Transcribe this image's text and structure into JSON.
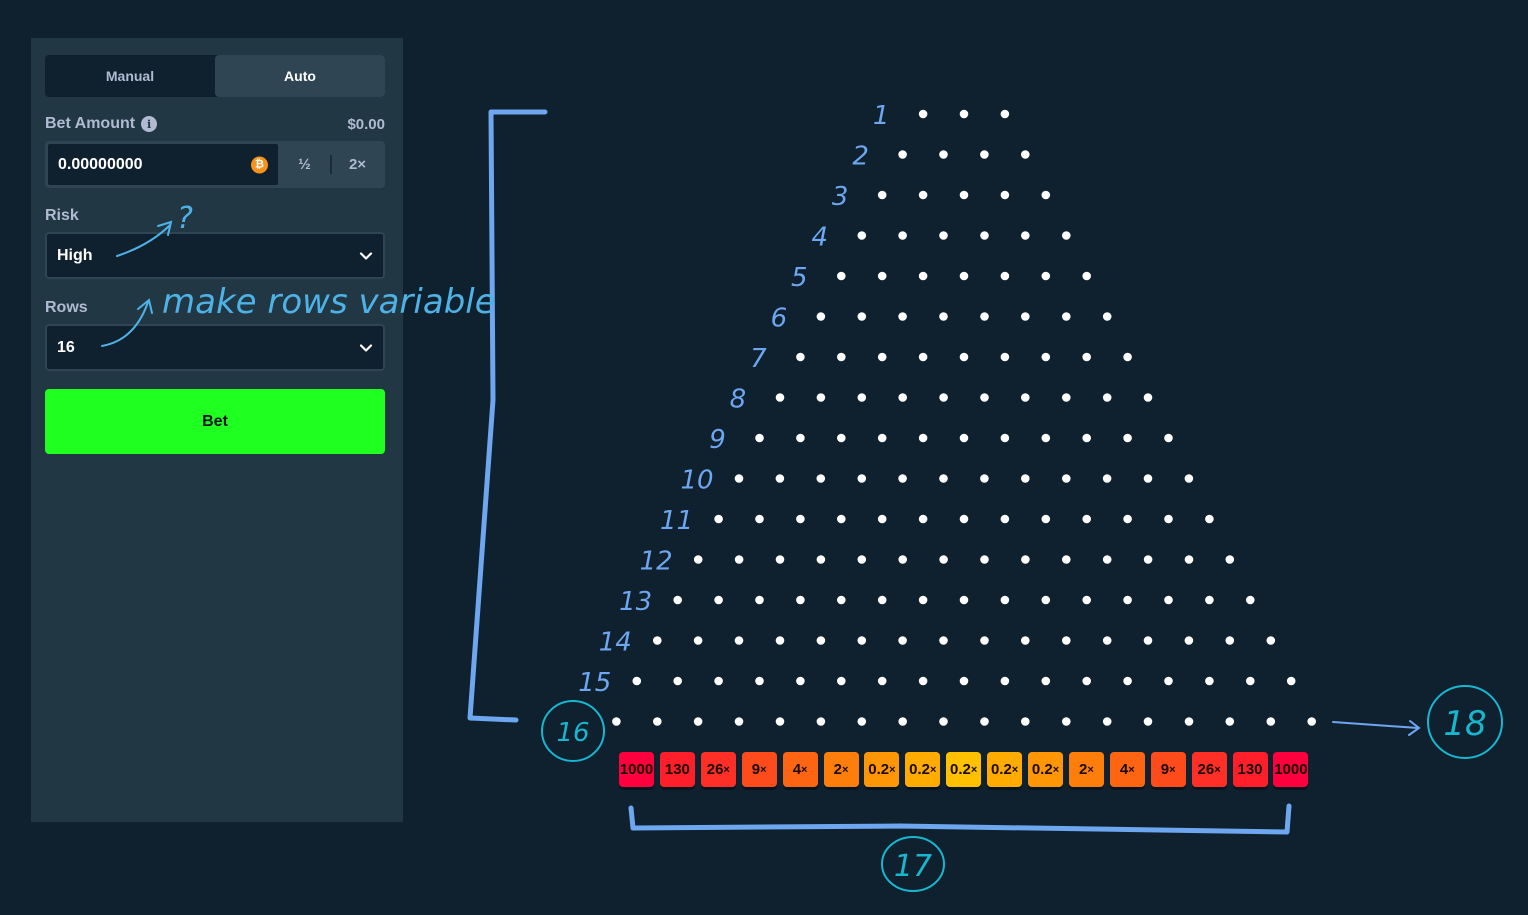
{
  "sidebar": {
    "tabs": [
      {
        "label": "Manual",
        "active": false
      },
      {
        "label": "Auto",
        "active": true
      }
    ],
    "bet_amount": {
      "label": "Bet Amount",
      "usd": "$0.00",
      "value": "0.00000000",
      "half_label": "½",
      "double_label": "2×",
      "currency_icon": "bitcoin-icon"
    },
    "risk": {
      "label": "Risk",
      "value": "High"
    },
    "rows": {
      "label": "Rows",
      "value": "16"
    },
    "bet_button": "Bet"
  },
  "board": {
    "peg_rows": 16,
    "first_row_pegs": 3,
    "multipliers": [
      {
        "text": "1000",
        "suffix": "",
        "color": "#ff003f"
      },
      {
        "text": "130",
        "suffix": "",
        "color": "#ff1f2b"
      },
      {
        "text": "26",
        "suffix": "×",
        "color": "#fe2f26"
      },
      {
        "text": "9",
        "suffix": "×",
        "color": "#fe4b1c"
      },
      {
        "text": "4",
        "suffix": "×",
        "color": "#fe6513"
      },
      {
        "text": "2",
        "suffix": "×",
        "color": "#fe7e0b"
      },
      {
        "text": "0.2",
        "suffix": "×",
        "color": "#ff9605"
      },
      {
        "text": "0.2",
        "suffix": "×",
        "color": "#ffab00"
      },
      {
        "text": "0.2",
        "suffix": "×",
        "color": "#ffc000"
      },
      {
        "text": "0.2",
        "suffix": "×",
        "color": "#ffab00"
      },
      {
        "text": "0.2",
        "suffix": "×",
        "color": "#ff9605"
      },
      {
        "text": "2",
        "suffix": "×",
        "color": "#fe7e0b"
      },
      {
        "text": "4",
        "suffix": "×",
        "color": "#fe6513"
      },
      {
        "text": "9",
        "suffix": "×",
        "color": "#fe4b1c"
      },
      {
        "text": "26",
        "suffix": "×",
        "color": "#fe2f26"
      },
      {
        "text": "130",
        "suffix": "",
        "color": "#ff1f2b"
      },
      {
        "text": "1000",
        "suffix": "",
        "color": "#ff003f"
      }
    ]
  },
  "annotations": {
    "row_numbers": [
      "1",
      "2",
      "3",
      "4",
      "5",
      "6",
      "7",
      "8",
      "9",
      "10",
      "11",
      "12",
      "13",
      "14",
      "15",
      "16"
    ],
    "risk_note": "?",
    "rows_note": "make rows variable",
    "peg_count_note": "18",
    "bucket_count_note": "17",
    "ink_color": "#6ea6f0",
    "circle_color": "#19b6cf"
  }
}
